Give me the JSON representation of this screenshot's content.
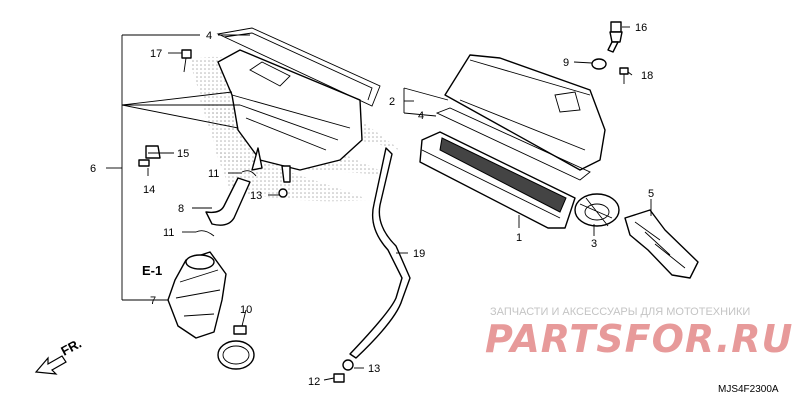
{
  "callouts": {
    "n1": "1",
    "n2": "2",
    "n3": "3",
    "n4a": "4",
    "n4b": "4",
    "n5": "5",
    "n6": "6",
    "n7": "7",
    "n8": "8",
    "n9": "9",
    "n10": "10",
    "n11a": "11",
    "n11b": "11",
    "n12": "12",
    "n13a": "13",
    "n13b": "13",
    "n14": "14",
    "n15": "15",
    "n16": "16",
    "n17": "17",
    "n18": "18",
    "n19": "19"
  },
  "reference": "E-1",
  "direction": "FR.",
  "diagram_code": "MJS4F2300A",
  "watermark": {
    "caption": "ЗАПЧАСТИ И АКСЕССУАРЫ ДЛЯ МОТОТЕХНИКИ",
    "brand": "PARTSFOR.RU",
    "accent": "#e79a9a"
  },
  "icons": [
    "front-direction-arrow-icon",
    "honda-wing-watermark-icon"
  ]
}
